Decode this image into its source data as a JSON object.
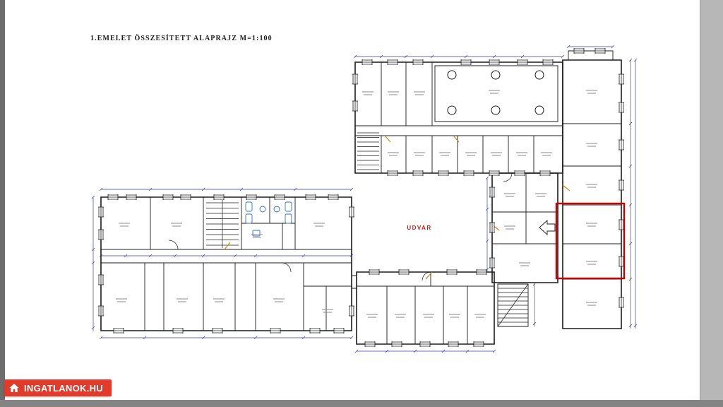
{
  "page": {
    "title": "1.EMELET ÖSSZESÍTETT ALAPRAJZ M=1:100"
  },
  "plan": {
    "courtyard_label": "UDVAR",
    "colors": {
      "walls": "#1c1c1c",
      "dimension_lines": "#3a3ab8",
      "fixtures": "#2a6fd6",
      "door_marks": "#c8860a",
      "highlight_outline": "#cc0000",
      "courtyard_text": "#c22017"
    }
  },
  "watermark": {
    "text": "INGATLANOK.HU",
    "background": "#e23a2b",
    "icon": "house-icon"
  }
}
